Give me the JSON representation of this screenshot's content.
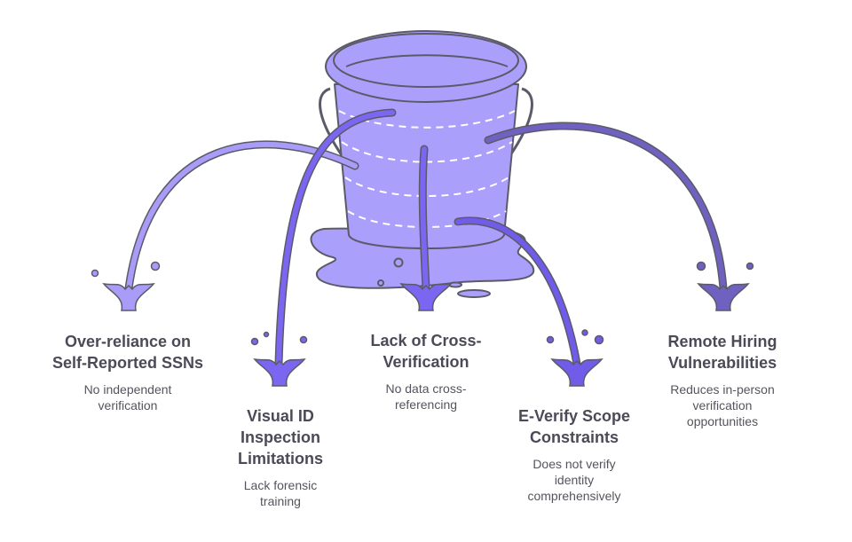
{
  "colors": {
    "bucket": "#ab9ffc",
    "stroke": "#5b5a68",
    "stream_light": "#a99cf8",
    "stream_mid": "#7a66f0",
    "stream_dark": "#6f61c0"
  },
  "items": [
    {
      "title": "Over-reliance on Self-Reported SSNs",
      "description": "No independent verification"
    },
    {
      "title": "Visual ID Inspection Limitations",
      "description": "Lack forensic training"
    },
    {
      "title": "Lack of Cross-Verification",
      "description": "No data cross-referencing"
    },
    {
      "title": "E-Verify Scope Constraints",
      "description": "Does not verify identity comprehensively"
    },
    {
      "title": "Remote Hiring Vulnerabilities",
      "description": "Reduces in-person verification opportunities"
    }
  ]
}
